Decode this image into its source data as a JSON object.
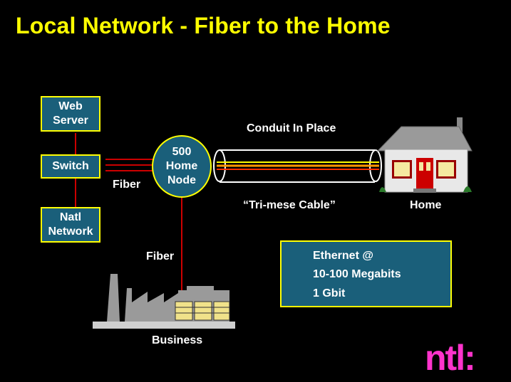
{
  "title": "Local Network - Fiber to the Home",
  "boxes": {
    "web_server": [
      "Web",
      "Server"
    ],
    "switch": "Switch",
    "natl_network": [
      "Natl",
      "Network"
    ]
  },
  "node": [
    "500",
    "Home",
    "Node"
  ],
  "labels": {
    "fiber_left": "Fiber",
    "fiber_down": "Fiber",
    "conduit": "Conduit In Place",
    "cable": "“Tri-mese Cable”",
    "home": "Home",
    "business": "Business"
  },
  "ethernet": [
    "Ethernet @",
    "10-100 Megabits",
    "1 Gbit"
  ],
  "logo": "ntl:",
  "colors": {
    "title": "#ffff00",
    "box_fill": "#1a5f7a",
    "border": "#ffff00",
    "line": "#cc0000",
    "logo": "#ff33cc"
  }
}
